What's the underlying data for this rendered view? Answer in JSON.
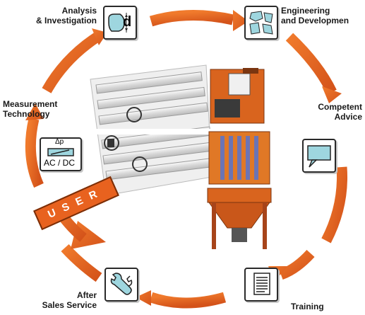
{
  "nodes": {
    "analysis": {
      "line1": "Analysis",
      "line2": "& Investigation",
      "icon": "gauge-measure-icon",
      "icon_text": "d"
    },
    "engineering": {
      "line1": "Engineering",
      "line2": "and Developmen",
      "icon": "puzzle-pieces-icon"
    },
    "advice": {
      "line1": "Competent",
      "line2": "Advice",
      "icon": "speech-bubble-icon"
    },
    "training": {
      "line1": "Training",
      "icon": "document-icon"
    },
    "after_sales": {
      "line1": "After",
      "line2": "Sales Service",
      "icon": "wrench-icon"
    },
    "measurement": {
      "line1": "Measurement",
      "line2": "Technology",
      "icon": "pressure-meter-icon",
      "icon_text_top": "Δp",
      "icon_text_bottom": "AC / DC"
    }
  },
  "center": {
    "banner": "USER"
  },
  "colors": {
    "ring": "#e8621f",
    "ring_dark": "#c94d12",
    "equipment": "#d9641e"
  }
}
